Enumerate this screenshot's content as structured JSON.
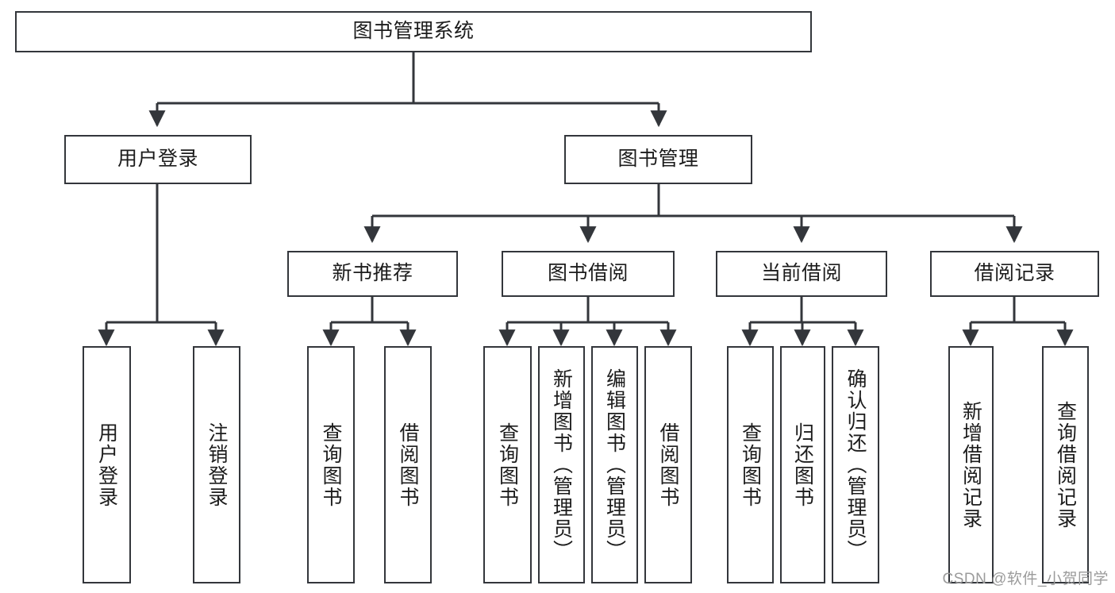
{
  "diagram": {
    "title": "图书管理系统",
    "type": "tree-hierarchy-chart",
    "colors": {
      "box_border": "#33363b",
      "box_fill": "#ffffff",
      "edge": "#33363b",
      "text": "#1c1c1c",
      "watermark": "#9b9b9b"
    },
    "levels": {
      "root": {
        "label": "图书管理系统"
      },
      "level2": [
        {
          "id": "user-login",
          "label": "用户登录"
        },
        {
          "id": "book-management",
          "label": "图书管理"
        }
      ],
      "level3": [
        {
          "id": "new-book-recommend",
          "label": "新书推荐"
        },
        {
          "id": "book-borrow",
          "label": "图书借阅"
        },
        {
          "id": "current-borrow",
          "label": "当前借阅"
        },
        {
          "id": "borrow-record",
          "label": "借阅记录"
        }
      ],
      "leaves": {
        "user-login": [
          {
            "id": "leaf-user-login",
            "label": "用户登录"
          },
          {
            "id": "leaf-logout-login",
            "label": "注销登录"
          }
        ],
        "new-book-recommend": [
          {
            "id": "leaf-query-book-1",
            "label": "查询图书"
          },
          {
            "id": "leaf-borrow-book-1",
            "label": "借阅图书"
          }
        ],
        "book-borrow": [
          {
            "id": "leaf-query-book-2",
            "label": "查询图书"
          },
          {
            "id": "leaf-add-book",
            "label": "新增图书（管理员）"
          },
          {
            "id": "leaf-edit-book",
            "label": "编辑图书（管理员）"
          },
          {
            "id": "leaf-borrow-book-2",
            "label": "借阅图书"
          }
        ],
        "current-borrow": [
          {
            "id": "leaf-query-book-3",
            "label": "查询图书"
          },
          {
            "id": "leaf-return-book",
            "label": "归还图书"
          },
          {
            "id": "leaf-confirm-return",
            "label": "确认归还（管理员）"
          }
        ],
        "borrow-record": [
          {
            "id": "leaf-add-record",
            "label": "新增借阅记录"
          },
          {
            "id": "leaf-query-record",
            "label": "查询借阅记录"
          }
        ]
      }
    },
    "watermark": "CSDN @软件_小贺同学"
  }
}
